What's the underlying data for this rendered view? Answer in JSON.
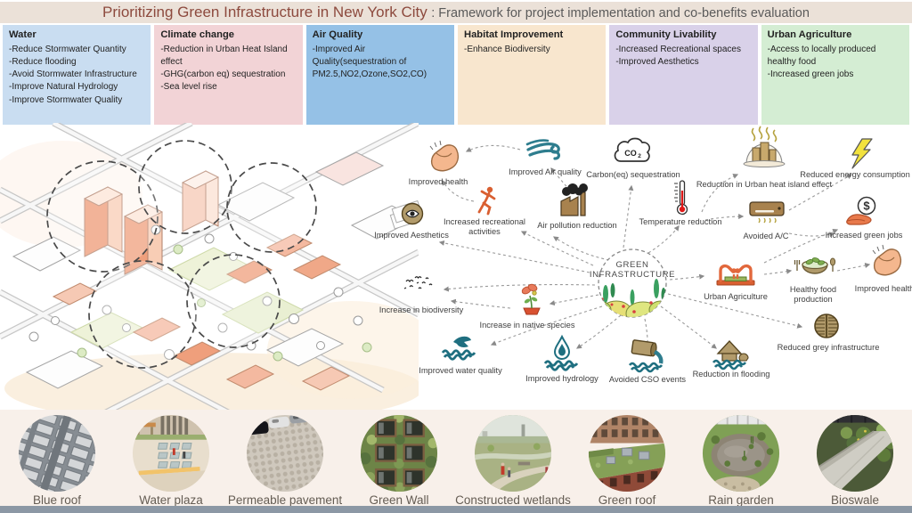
{
  "title": {
    "part1": "Prioritizing Green Infrastructure in New York City",
    "part2": ": Framework for project implementation and co-benefits evaluation"
  },
  "palette": {
    "teal": "#2e7d8e",
    "orange": "#d95f31",
    "tan": "#b29b6b",
    "title_red": "#8d4a3e"
  },
  "benefit_boxes": [
    {
      "heading": "Water",
      "color": "#c9ddf1",
      "items": [
        "-Reduce Stormwater Quantity",
        "-Reduce flooding",
        "-Avoid Stormwater Infrastructure",
        "-Improve Natural Hydrology",
        "-Improve Stormwater Quality"
      ]
    },
    {
      "heading": "Climate change",
      "color": "#f2d3d6",
      "items": [
        "-Reduction in Urban Heat Island effect",
        "-GHG(carbon eq) sequestration",
        "-Sea level rise"
      ]
    },
    {
      "heading": "Air Quality",
      "color": "#95c1e6",
      "items": [
        "-Improved Air Quality(sequestration of PM2.5,NO2,Ozone,SO2,CO)"
      ]
    },
    {
      "heading": "Habitat Improvement",
      "color": "#f8e6ce",
      "items": [
        "-Enhance Biodiversity"
      ]
    },
    {
      "heading": "Community Livability",
      "color": "#d9d1e9",
      "items": [
        "-Increased Recreational spaces",
        "-Improved Aesthetics"
      ]
    },
    {
      "heading": "Urban Agriculture",
      "color": "#d4edd3",
      "items": [
        "-Access to locally produced healthy food",
        "-Increased green jobs"
      ]
    }
  ],
  "flow": {
    "center": {
      "line1": "GREEN",
      "line2": "INFRASTRUCTURE"
    },
    "nodes": [
      {
        "id": "improved-health-left",
        "icon": "flexed-arm-icon",
        "label": "Improved health"
      },
      {
        "id": "improved-air-quality",
        "icon": "wind-icon",
        "label": "Improved Air quality"
      },
      {
        "id": "carbon-sequestration",
        "icon": "co2-cloud-icon",
        "label": "Carbon(eq) sequestration"
      },
      {
        "id": "heat-island",
        "icon": "city-dome-icon",
        "label": "Reduction in Urban heat island effect"
      },
      {
        "id": "reduced-energy",
        "icon": "lightning-icon",
        "label": "Reduced energy consumption"
      },
      {
        "id": "temperature-reduction",
        "icon": "thermometer-icon",
        "label": "Temperature reduction"
      },
      {
        "id": "avoided-ac",
        "icon": "air-conditioner-icon",
        "label": "Avoided A/C"
      },
      {
        "id": "increased-green-jobs",
        "icon": "hand-dollar-icon",
        "label": "Increased green jobs"
      },
      {
        "id": "urban-agriculture",
        "icon": "farmers-icon",
        "label": "Urban Agriculture"
      },
      {
        "id": "healthy-food",
        "icon": "food-bowl-icon",
        "label": "Healthy food\nproduction"
      },
      {
        "id": "improved-health-right",
        "icon": "flexed-arm-icon",
        "label": "Improved health"
      },
      {
        "id": "reduced-grey",
        "icon": "drain-grate-icon",
        "label": "Reduced grey infrastructure"
      },
      {
        "id": "reduction-flooding",
        "icon": "house-flood-icon",
        "label": "Reduction in flooding"
      },
      {
        "id": "avoided-cso",
        "icon": "sewer-pipe-icon",
        "label": "Avoided CSO events"
      },
      {
        "id": "improved-hydrology",
        "icon": "water-drop-icon",
        "label": "Improved hydrology"
      },
      {
        "id": "improved-water-quality",
        "icon": "bird-wave-icon",
        "label": "Improved water quality"
      },
      {
        "id": "native-species",
        "icon": "flower-pot-icon",
        "label": "Increase in native species"
      },
      {
        "id": "biodiversity",
        "icon": "bird-flock-icon",
        "label": "Increase in biodiversity"
      },
      {
        "id": "recreational",
        "icon": "runner-icon",
        "label": "Increased recreational\nactivities"
      },
      {
        "id": "aesthetics",
        "icon": "eye-icon",
        "label": "Improved Aesthetics"
      },
      {
        "id": "air-pollution",
        "icon": "factory-icon",
        "label": "Air pollution reduction"
      }
    ]
  },
  "gallery": [
    {
      "label": "Blue roof",
      "photo": "blue-roof"
    },
    {
      "label": "Water plaza",
      "photo": "water-plaza"
    },
    {
      "label": "Permeable pavement",
      "photo": "permeable-pavement"
    },
    {
      "label": "Green Wall",
      "photo": "green-wall"
    },
    {
      "label": "Constructed wetlands",
      "photo": "constructed-wetlands"
    },
    {
      "label": "Green roof",
      "photo": "green-roof"
    },
    {
      "label": "Rain garden",
      "photo": "rain-garden"
    },
    {
      "label": "Bioswale",
      "photo": "bioswale"
    }
  ]
}
